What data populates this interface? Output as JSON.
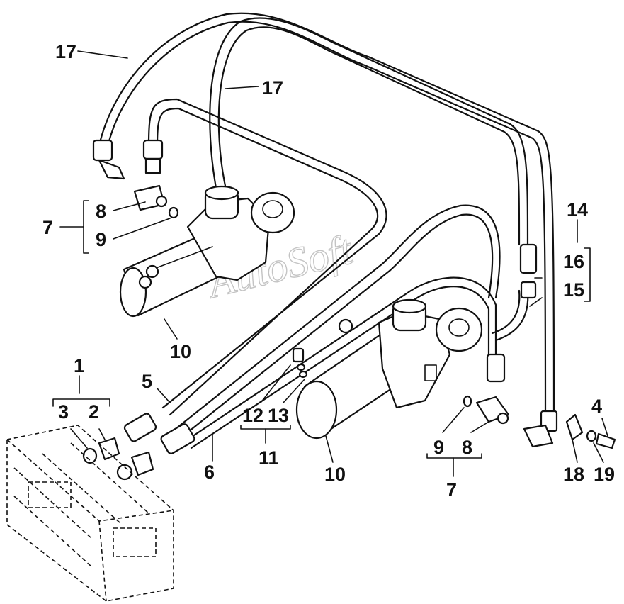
{
  "watermark": "AutoSoft",
  "callouts": [
    {
      "id": "c1",
      "text": "1"
    },
    {
      "id": "c3",
      "text": "3"
    },
    {
      "id": "c2",
      "text": "2"
    },
    {
      "id": "c5",
      "text": "5"
    },
    {
      "id": "c6",
      "text": "6"
    },
    {
      "id": "c7a",
      "text": "7"
    },
    {
      "id": "c8a",
      "text": "8"
    },
    {
      "id": "c9a",
      "text": "9"
    },
    {
      "id": "c10a",
      "text": "10"
    },
    {
      "id": "c10b",
      "text": "10"
    },
    {
      "id": "c11",
      "text": "11"
    },
    {
      "id": "c12",
      "text": "12"
    },
    {
      "id": "c13",
      "text": "13"
    },
    {
      "id": "c17a",
      "text": "17"
    },
    {
      "id": "c17b",
      "text": "17"
    },
    {
      "id": "c14",
      "text": "14"
    },
    {
      "id": "c16",
      "text": "16"
    },
    {
      "id": "c15",
      "text": "15"
    },
    {
      "id": "c4",
      "text": "4"
    },
    {
      "id": "c18",
      "text": "18"
    },
    {
      "id": "c19",
      "text": "19"
    },
    {
      "id": "c9b",
      "text": "9"
    },
    {
      "id": "c8b",
      "text": "8"
    },
    {
      "id": "c7b",
      "text": "7"
    }
  ]
}
